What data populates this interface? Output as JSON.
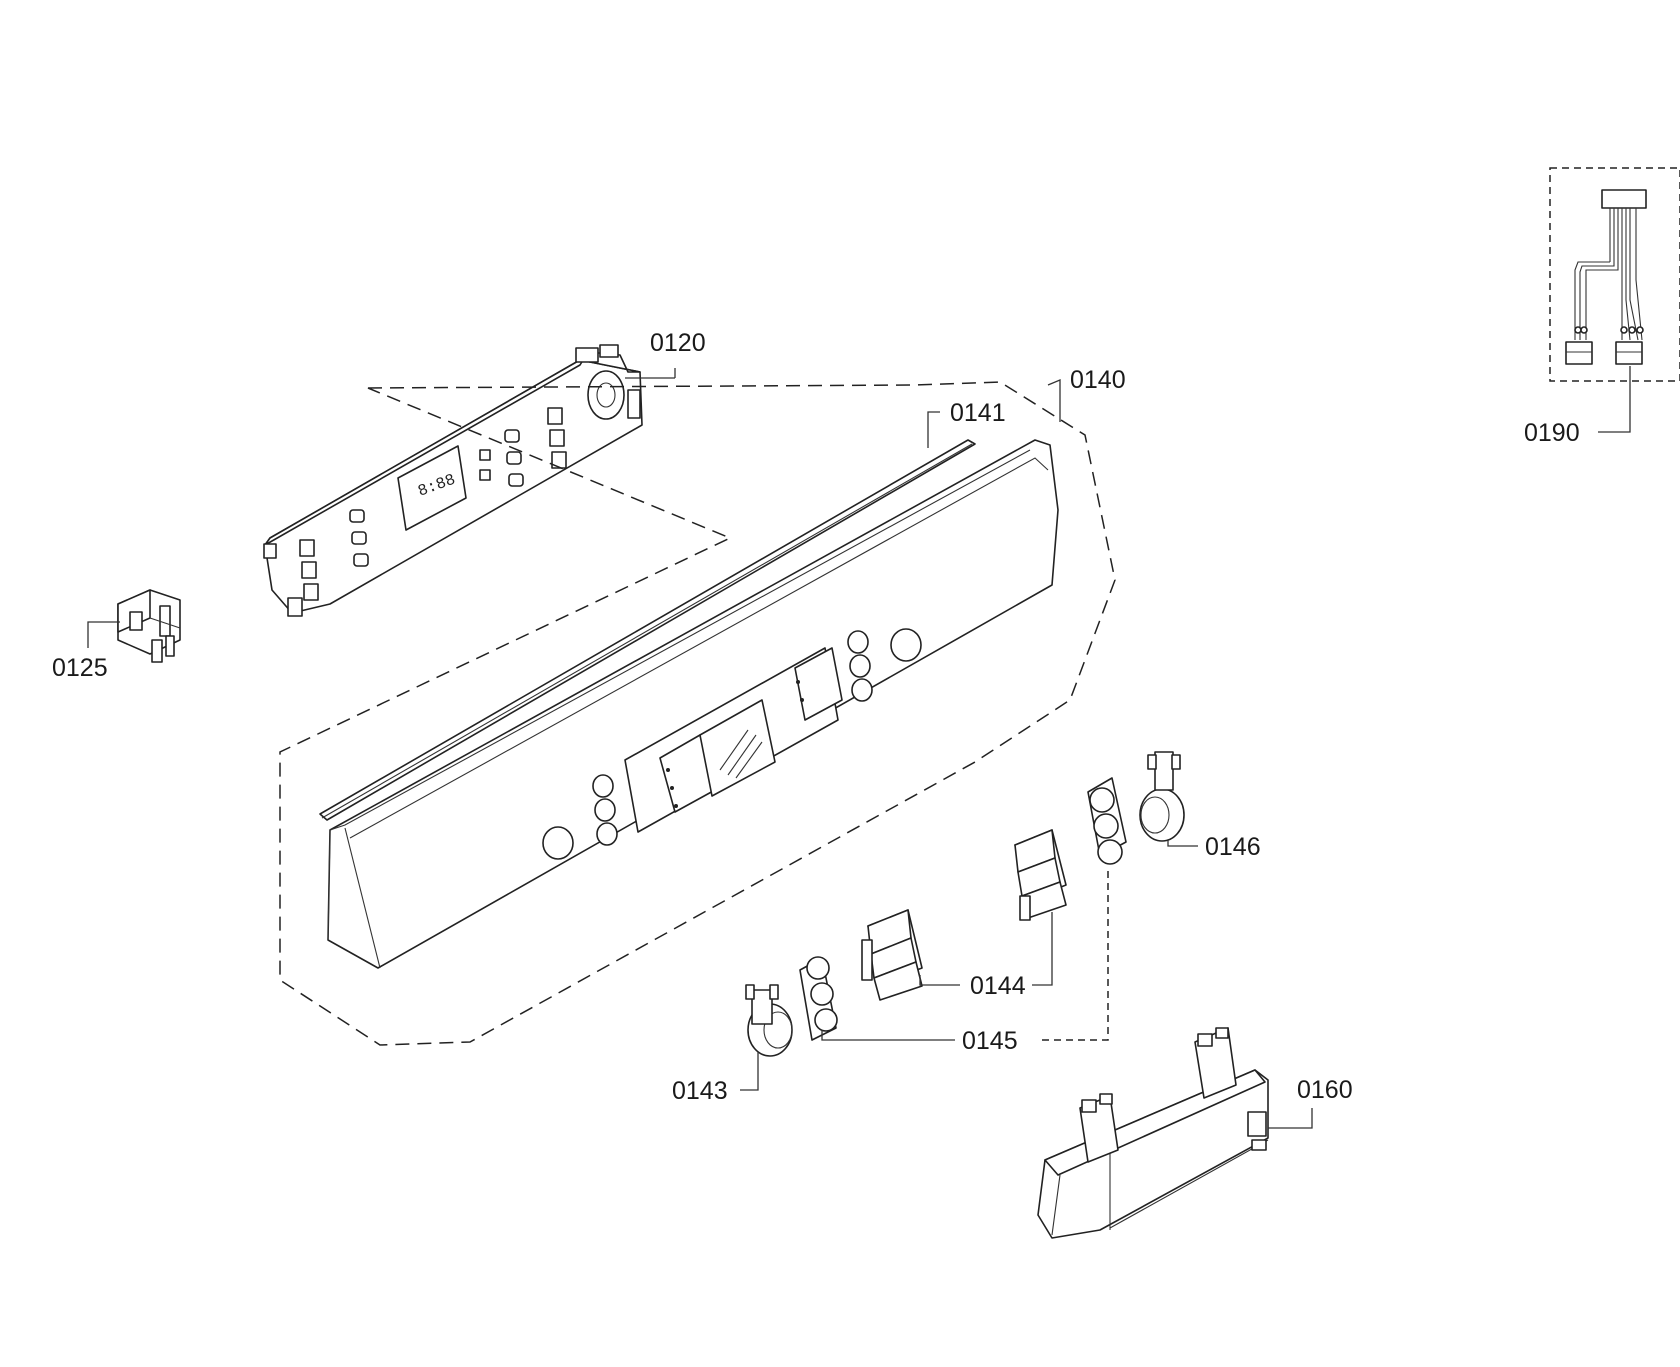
{
  "labels": {
    "p0120": "0120",
    "p0125": "0125",
    "p0140": "0140",
    "p0141": "0141",
    "p0143": "0143",
    "p0144": "0144",
    "p0145": "0145",
    "p0146": "0146",
    "p0160": "0160",
    "p0190": "0190"
  },
  "display_text": "8:88",
  "colors": {
    "line": "#222222",
    "background": "#ffffff"
  }
}
